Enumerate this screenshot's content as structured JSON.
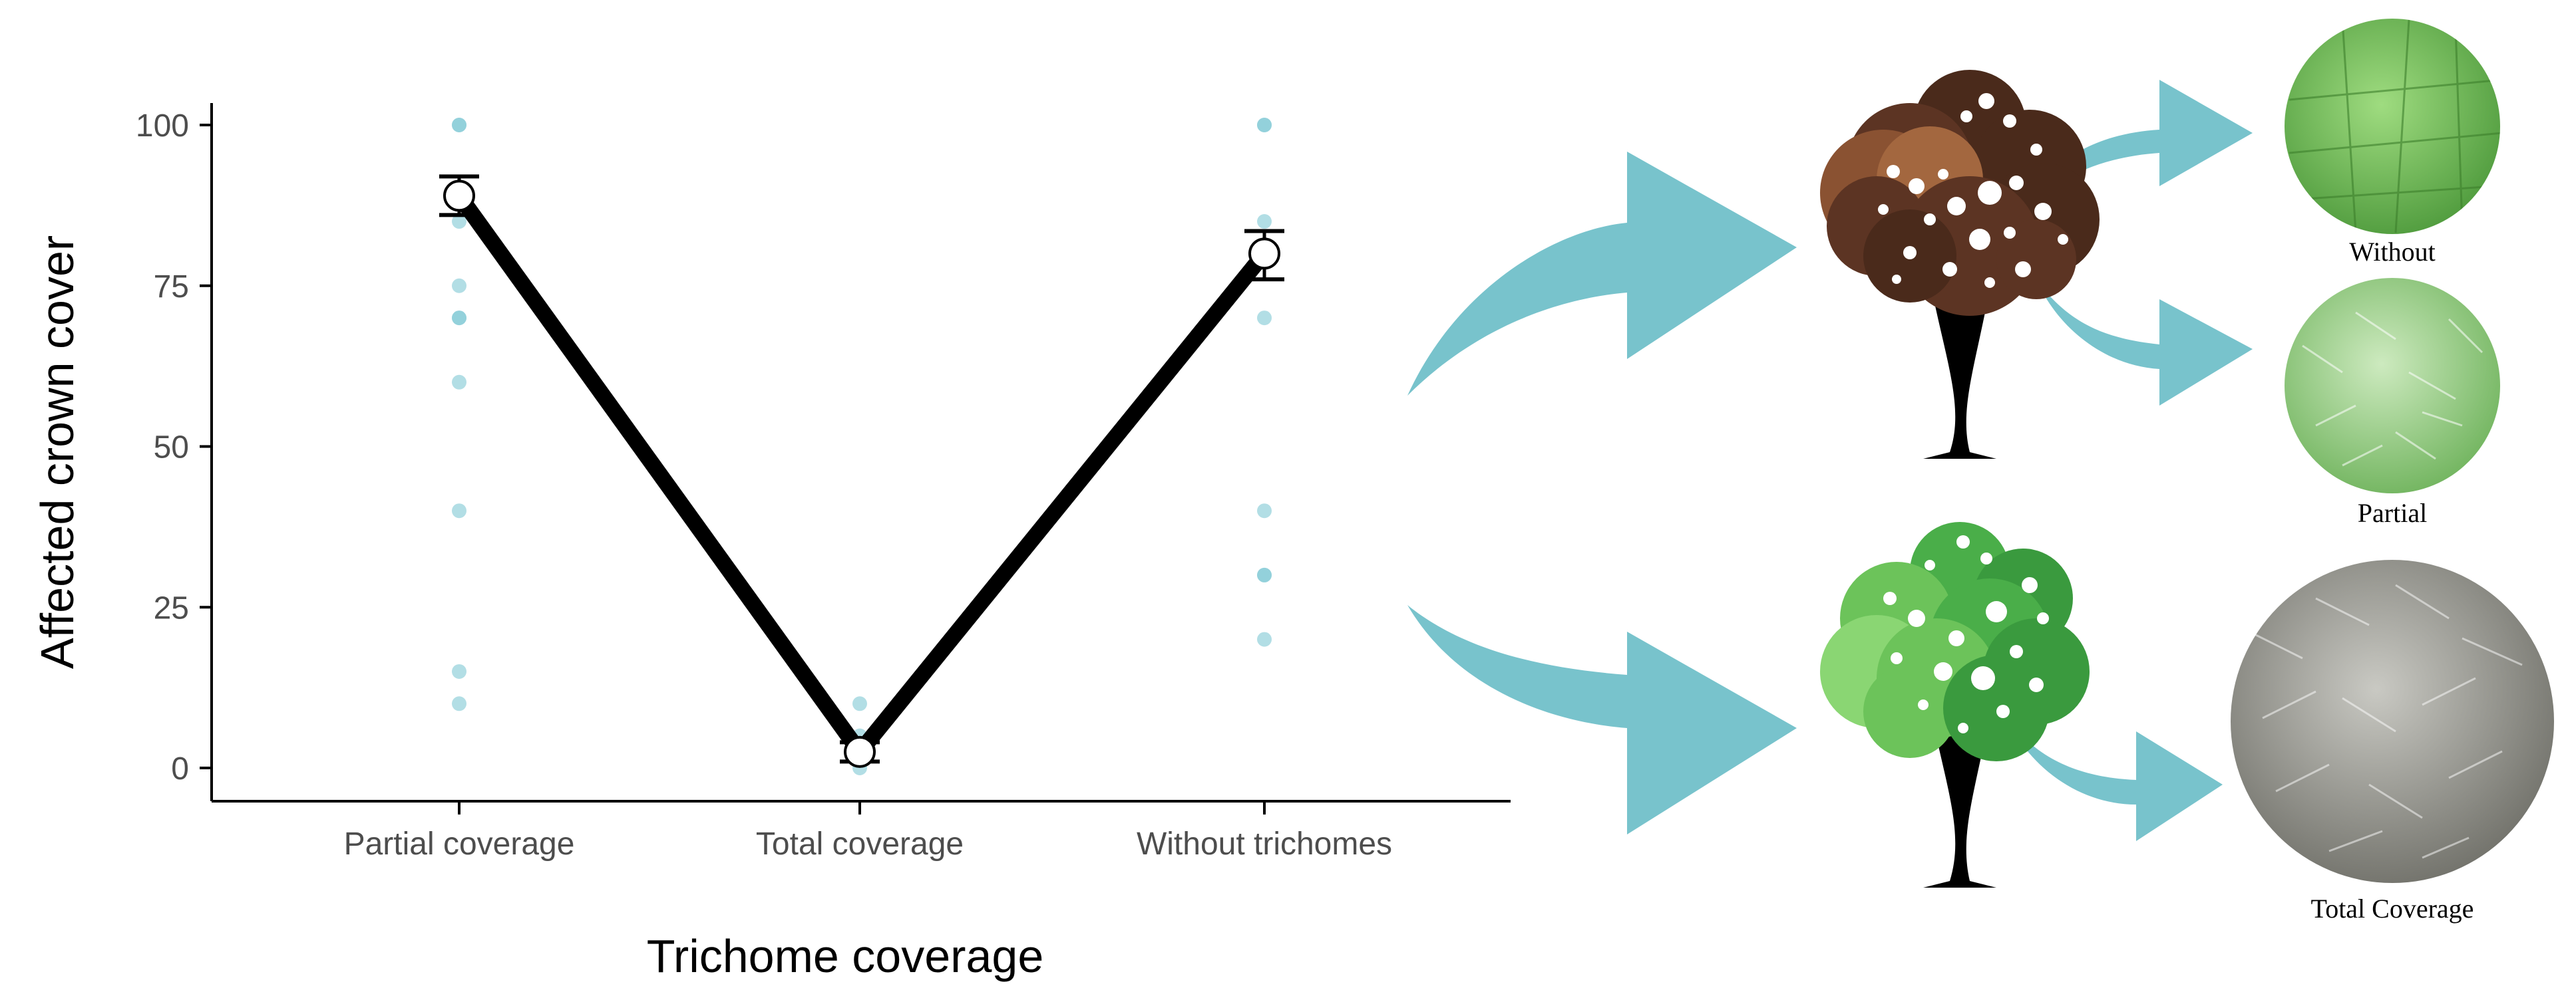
{
  "chart_data": {
    "type": "scatter",
    "xlabel": "Trichome coverage",
    "ylabel": "Affected crown cover",
    "categories": [
      "Partial coverage",
      "Total coverage",
      "Without trichomes"
    ],
    "ylim": [
      0,
      100
    ],
    "yticks": [
      0,
      25,
      50,
      75,
      100
    ],
    "grid": false,
    "legend": "none",
    "series": [
      {
        "kind": "observations",
        "color": "#7ec8d3",
        "points": [
          {
            "x": "Partial coverage",
            "y": 100
          },
          {
            "x": "Partial coverage",
            "y": 100
          },
          {
            "x": "Partial coverage",
            "y": 85
          },
          {
            "x": "Partial coverage",
            "y": 75
          },
          {
            "x": "Partial coverage",
            "y": 70
          },
          {
            "x": "Partial coverage",
            "y": 70
          },
          {
            "x": "Partial coverage",
            "y": 60
          },
          {
            "x": "Partial coverage",
            "y": 40
          },
          {
            "x": "Partial coverage",
            "y": 15
          },
          {
            "x": "Partial coverage",
            "y": 10
          },
          {
            "x": "Total coverage",
            "y": 10
          },
          {
            "x": "Total coverage",
            "y": 5
          },
          {
            "x": "Total coverage",
            "y": 2
          },
          {
            "x": "Total coverage",
            "y": 0
          },
          {
            "x": "Without trichomes",
            "y": 100
          },
          {
            "x": "Without trichomes",
            "y": 100
          },
          {
            "x": "Without trichomes",
            "y": 85
          },
          {
            "x": "Without trichomes",
            "y": 80
          },
          {
            "x": "Without trichomes",
            "y": 70
          },
          {
            "x": "Without trichomes",
            "y": 40
          },
          {
            "x": "Without trichomes",
            "y": 30
          },
          {
            "x": "Without trichomes",
            "y": 30
          },
          {
            "x": "Without trichomes",
            "y": 20
          }
        ]
      },
      {
        "kind": "mean",
        "color": "#000000",
        "values": [
          89,
          2.5,
          80
        ],
        "error_low": [
          86,
          1,
          76
        ],
        "error_high": [
          92,
          4,
          83.5
        ]
      }
    ]
  },
  "illustration": {
    "arrow_color": "#78c3cc",
    "trees": [
      {
        "name": "affected-tree",
        "crown_colors": [
          "#4a2a1b",
          "#5c3423",
          "#8a5232",
          "#a3673f"
        ]
      },
      {
        "name": "healthy-tree",
        "crown_colors": [
          "#3a9a3e",
          "#4aae49",
          "#6cc35a",
          "#8ad673"
        ]
      }
    ],
    "photos": [
      {
        "label": "Without",
        "color": "#7bc063"
      },
      {
        "label": "Partial",
        "color": "#9fd08a"
      },
      {
        "label": "Total Coverage",
        "color": "#9b9b94"
      }
    ]
  }
}
